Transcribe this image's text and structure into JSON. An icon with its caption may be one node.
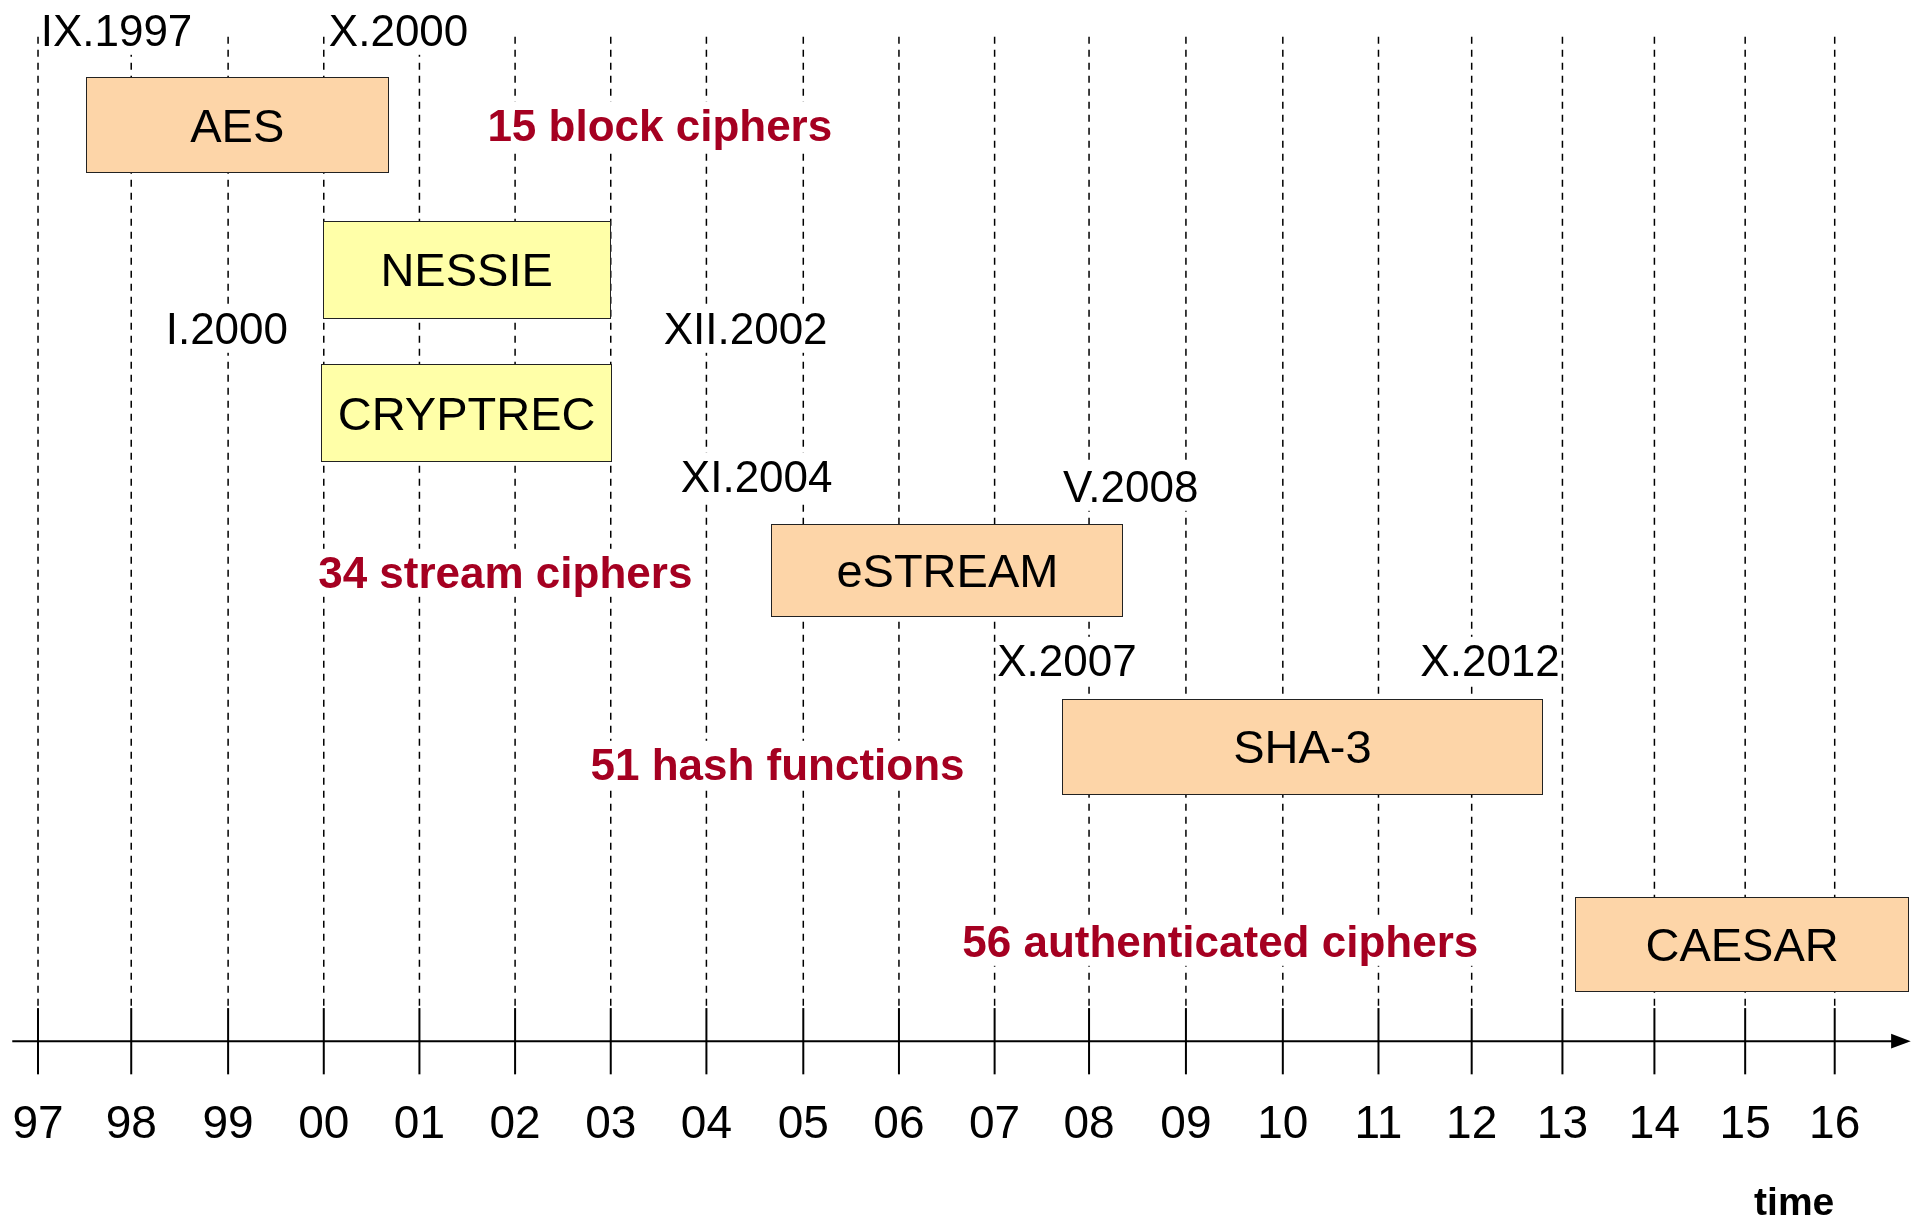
{
  "diagram": {
    "nodes": [
      {
        "text": [
          "AES"
        ]
      },
      {
        "text": [
          "NESSIE"
        ]
      },
      {
        "text": [
          "CRYPTREC"
        ]
      },
      {
        "text": [
          "eSTREAM"
        ]
      },
      {
        "text": [
          "SHA-3"
        ]
      },
      {
        "text": [
          "CAESAR"
        ]
      }
    ],
    "labels": [
      "IX.1997",
      "X.2000",
      "15 block ciphers",
      "I.2000",
      "XII.2002",
      "XI.2004",
      "V.2008",
      "34 stream ciphers",
      "X.2007",
      "X.2012",
      "51 hash functions",
      "56 authenticated ciphers",
      "97",
      "98",
      "99",
      "00",
      "01",
      "02",
      "03",
      "04",
      "05",
      "06",
      "07",
      "08",
      "09",
      "10",
      "11",
      "12",
      "13",
      "14",
      "15",
      "16",
      "time"
    ]
  }
}
